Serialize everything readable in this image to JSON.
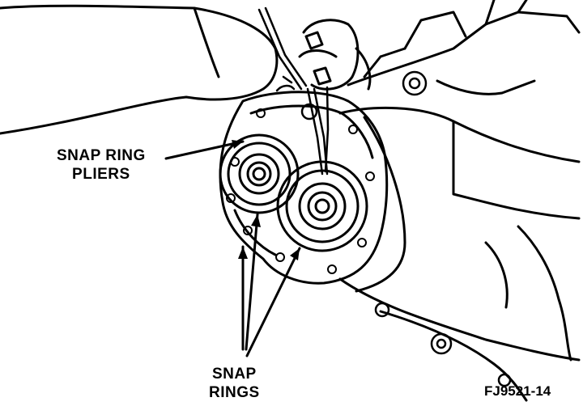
{
  "labels": {
    "snap_ring_pliers": [
      "SNAP RING",
      "PLIERS"
    ],
    "snap_rings": [
      "SNAP",
      "RINGS"
    ]
  },
  "figure_id": "FJ9521-14",
  "colors": {
    "ink": "#000000",
    "paper": "#ffffff"
  }
}
